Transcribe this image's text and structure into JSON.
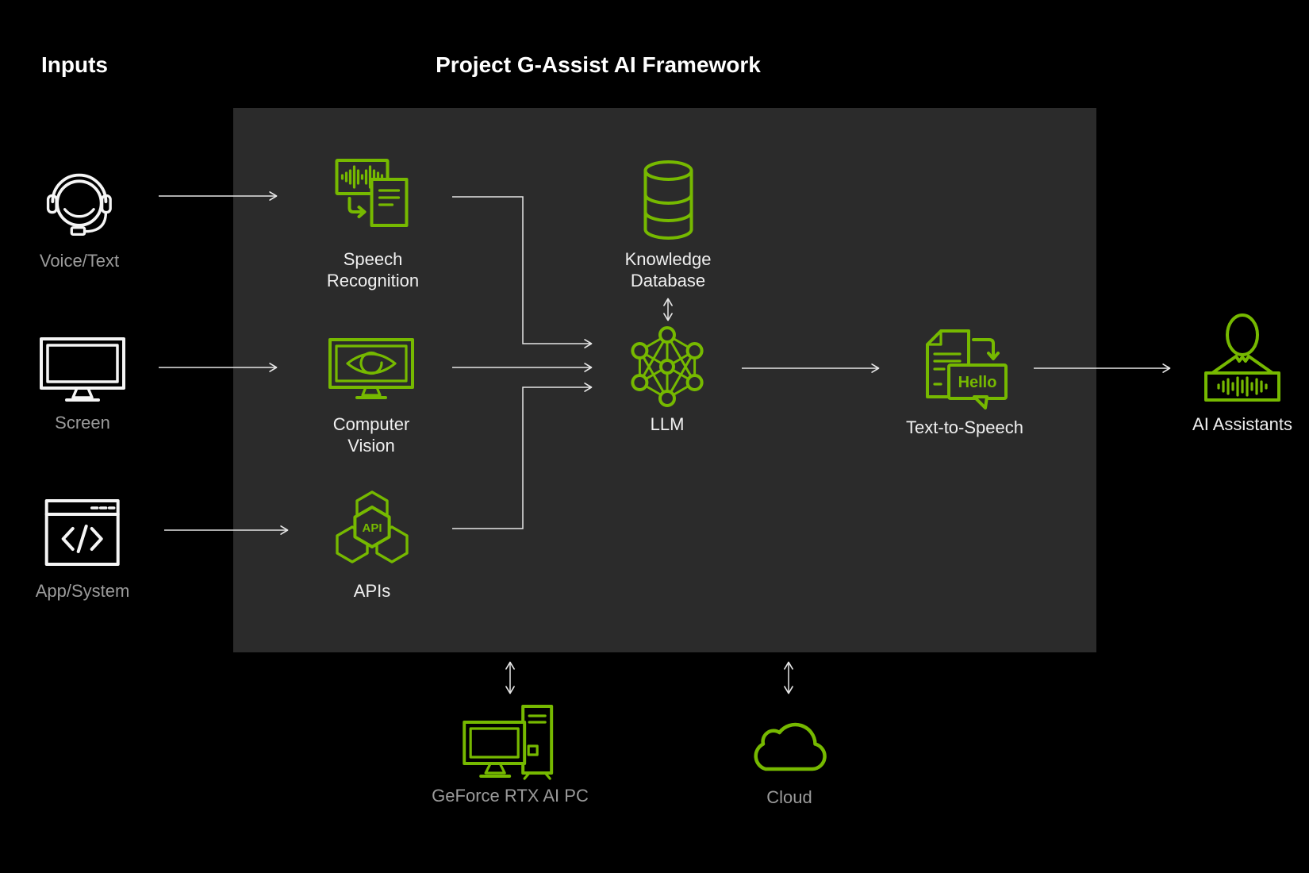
{
  "colors": {
    "background": "#000000",
    "panel": "#2B2B2B",
    "green": "#76B900",
    "white_icon": "#F5F5F5",
    "arrow": "#E6E6E6",
    "label_light": "#F0F0F0",
    "label_muted": "#9B9B9B",
    "title": "#FFFFFF"
  },
  "header": {
    "inputs_heading": "Inputs",
    "title": "Project G-Assist AI Framework"
  },
  "input_nodes": [
    {
      "id": "voice-text",
      "icon": "headset-icon",
      "label": "Voice/Text"
    },
    {
      "id": "screen",
      "icon": "monitor-icon",
      "label": "Screen"
    },
    {
      "id": "app-system",
      "icon": "code-window-icon",
      "label": "App/System"
    }
  ],
  "framework": {
    "speech_recognition": {
      "icon": "speech-to-text-icon",
      "label": "Speech Recognition"
    },
    "computer_vision": {
      "icon": "vision-monitor-icon",
      "label": "Computer Vision"
    },
    "apis": {
      "icon": "api-hexagons-icon",
      "label": "APIs",
      "badge": "API"
    },
    "knowledge_database": {
      "icon": "database-icon",
      "label": "Knowledge Database"
    },
    "llm": {
      "icon": "neural-network-icon",
      "label": "LLM"
    },
    "text_to_speech": {
      "icon": "document-to-speech-icon",
      "label": "Text-to-Speech",
      "bubble_text": "Hello"
    }
  },
  "output": {
    "ai_assistants": {
      "icon": "person-waveform-icon",
      "label": "AI Assistants"
    }
  },
  "compute": [
    {
      "id": "geforce-rtx-ai-pc",
      "icon": "rtx-pc-icon",
      "label": "GeForce RTX AI PC"
    },
    {
      "id": "cloud",
      "icon": "cloud-icon",
      "label": "Cloud"
    }
  ]
}
